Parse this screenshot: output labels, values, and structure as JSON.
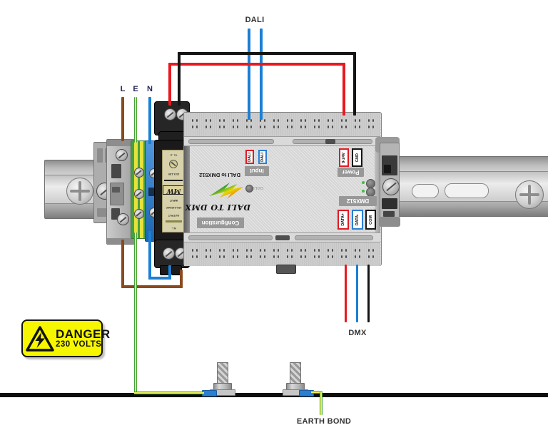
{
  "colors": {
    "wire_live_red": "#e8191f",
    "wire_black": "#141414",
    "wire_blue": "#1b7fd4",
    "wire_brown": "#8a4a1e",
    "wire_earth_green": "#47a03e",
    "wire_earth_yellow": "#e9ef55",
    "danger_yellow": "#f6f600",
    "terminal_red": "#e01b24",
    "terminal_blue": "#2b7fd4",
    "terminal_black": "#161616"
  },
  "bus": {
    "dali": "DALI",
    "dmx": "DMX",
    "earth_bond": "EARTH BOND"
  },
  "mains": {
    "l": "L",
    "e": "E",
    "n": "N"
  },
  "danger": {
    "title": "DANGER",
    "subtitle": "230 VOLTS"
  },
  "device": {
    "model": "DALI to DMX512",
    "brand": "DALI TO DMX",
    "config": "Configuration",
    "input": {
      "label": "Input",
      "t1": "DALI",
      "t2": "DALI",
      "led": "DALI"
    },
    "power": {
      "label": "Power",
      "t1": "9-24V",
      "t2": "GND"
    },
    "dmx": {
      "label": "DMX512",
      "t1": "DATA+",
      "t2": "DATA-",
      "t3": "COM"
    }
  },
  "psu": {
    "top_marks": "+V      -V",
    "adjust": "13.5-18V",
    "logo": "MW",
    "lines": [
      "OUTPUT",
      "100-240VAC",
      "INPUT"
    ],
    "bottom_marks": "N      L"
  }
}
